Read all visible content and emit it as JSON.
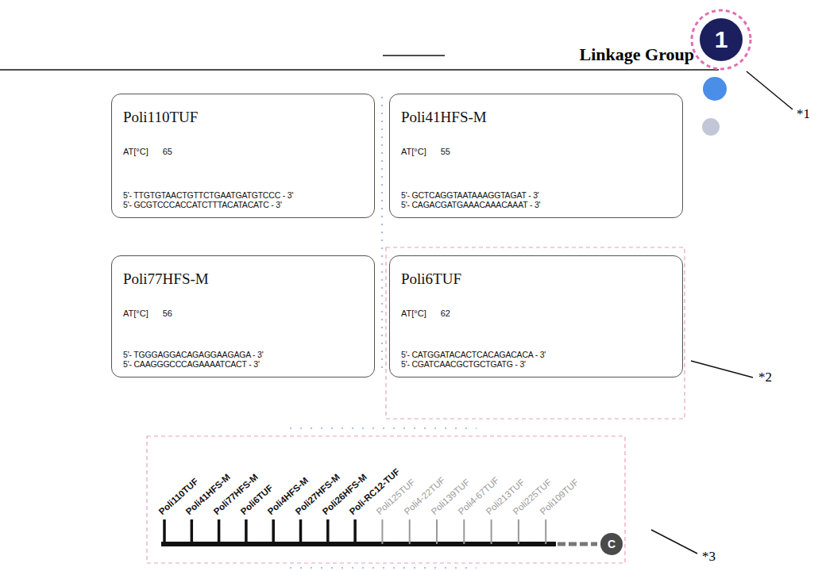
{
  "diagram": {
    "title": "Linkage Group",
    "nodes": [
      {
        "text": [
          "1"
        ]
      },
      {
        "text": [
          "Poli110TUF",
          "AT[°C]",
          "65",
          "5'- TTGTGTAACTGTTCTGAATGATGTCCC - 3'",
          "5'- GCGTCCCACCATCTTTACATACATC - 3'"
        ]
      },
      {
        "text": [
          "Poli41HFS-M",
          "AT[°C]",
          "55",
          "5'- GCTCAGGTAATAAAGGTAGAT - 3'",
          "5'- CAGACGATGAAACAAACAAAT - 3'"
        ]
      },
      {
        "text": [
          "Poli77HFS-M",
          "AT[°C]",
          "56",
          "5'- TGGGAGGACAGAGGAAGAGA - 3'",
          "5'- CAAGGGCCCAGAAAATCACT - 3'"
        ]
      },
      {
        "text": [
          "Poli6TUF",
          "AT[°C]",
          "62",
          "5'- CATGGATACACTCACAGACACA - 3'",
          "5'- CGATCAACGCTGCTGATG - 3'"
        ]
      },
      {
        "text": [
          "C"
        ]
      }
    ],
    "labels": [
      "*1",
      "*2",
      "*3",
      "Poli110TUF",
      "Poli41HFS-M",
      "Poli77HFS-M",
      "Poli6TUF",
      "Poli4HFS-M",
      "Poli27HFS-M",
      "Poli26HFS-M",
      "Poli-RC12-TUF",
      "Poli125TUF",
      "Poli4-22TUF",
      "Poli139TUF",
      "Poli4-67TUF",
      "Poli213TUF",
      "Poli225TUF",
      "Poli109TUF"
    ]
  }
}
